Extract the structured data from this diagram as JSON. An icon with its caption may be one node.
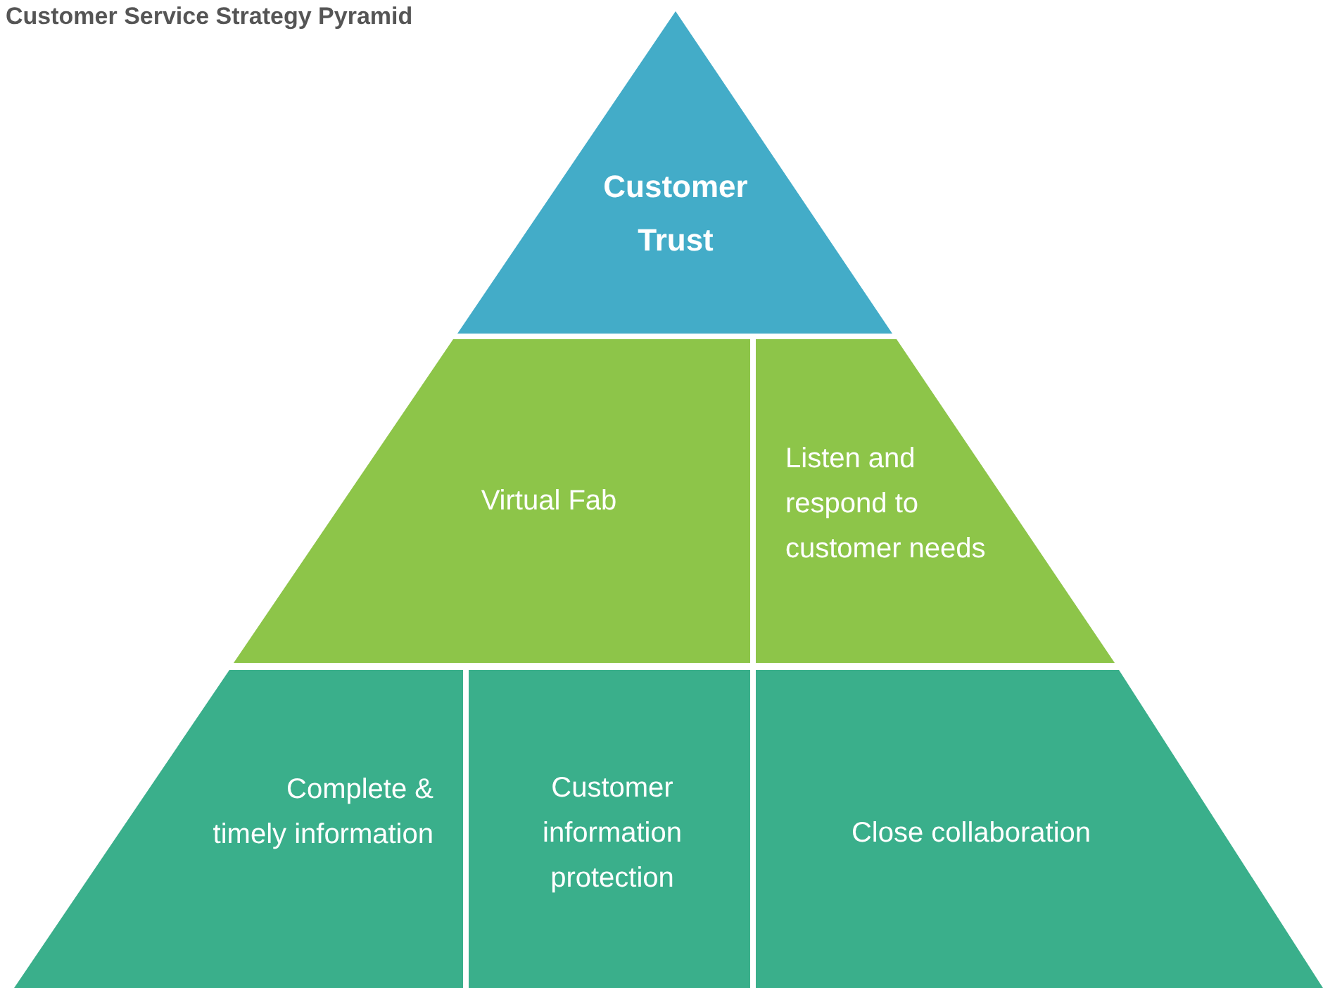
{
  "diagram": {
    "title": "Customer Service Strategy Pyramid",
    "nodes": [
      {
        "text": [
          "Customer Trust"
        ]
      },
      {
        "text": [
          "Virtual Fab"
        ]
      },
      {
        "text": [
          "Listen and respond to customer needs"
        ]
      },
      {
        "text": [
          "Complete & timely information"
        ]
      },
      {
        "text": [
          "Customer information protection"
        ]
      },
      {
        "text": [
          "Close collaboration"
        ]
      }
    ],
    "edges": []
  }
}
